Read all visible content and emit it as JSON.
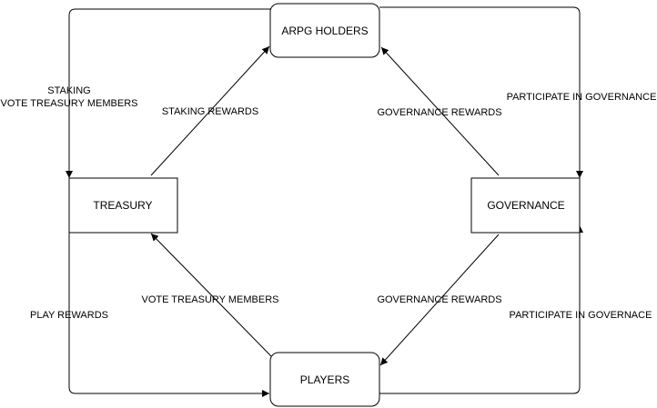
{
  "nodes": {
    "arpg_holders": {
      "label": "ARPG HOLDERS"
    },
    "treasury": {
      "label": "TREASURY"
    },
    "governance": {
      "label": "GOVERNANCE"
    },
    "players": {
      "label": "PLAYERS"
    }
  },
  "edges": {
    "staking": {
      "line1": "STAKING",
      "line2": "VOTE TREASURY MEMBERS"
    },
    "staking_rewards": {
      "label": "STAKING REWARDS"
    },
    "governance_rewards_top": {
      "label": "GOVERNANCE REWARDS"
    },
    "participate_top": {
      "label": "PARTICIPATE IN GOVERNANCE"
    },
    "play_rewards": {
      "label": "PLAY REWARDS"
    },
    "vote_treasury": {
      "label": "VOTE TREASURY MEMBERS"
    },
    "governance_rewards_bottom": {
      "label": "GOVERNANCE REWARDS"
    },
    "participate_bottom": {
      "label": "PARTICIPATE IN GOVERNACE"
    }
  },
  "colors": {
    "stroke": "#000000",
    "fill": "#ffffff"
  }
}
